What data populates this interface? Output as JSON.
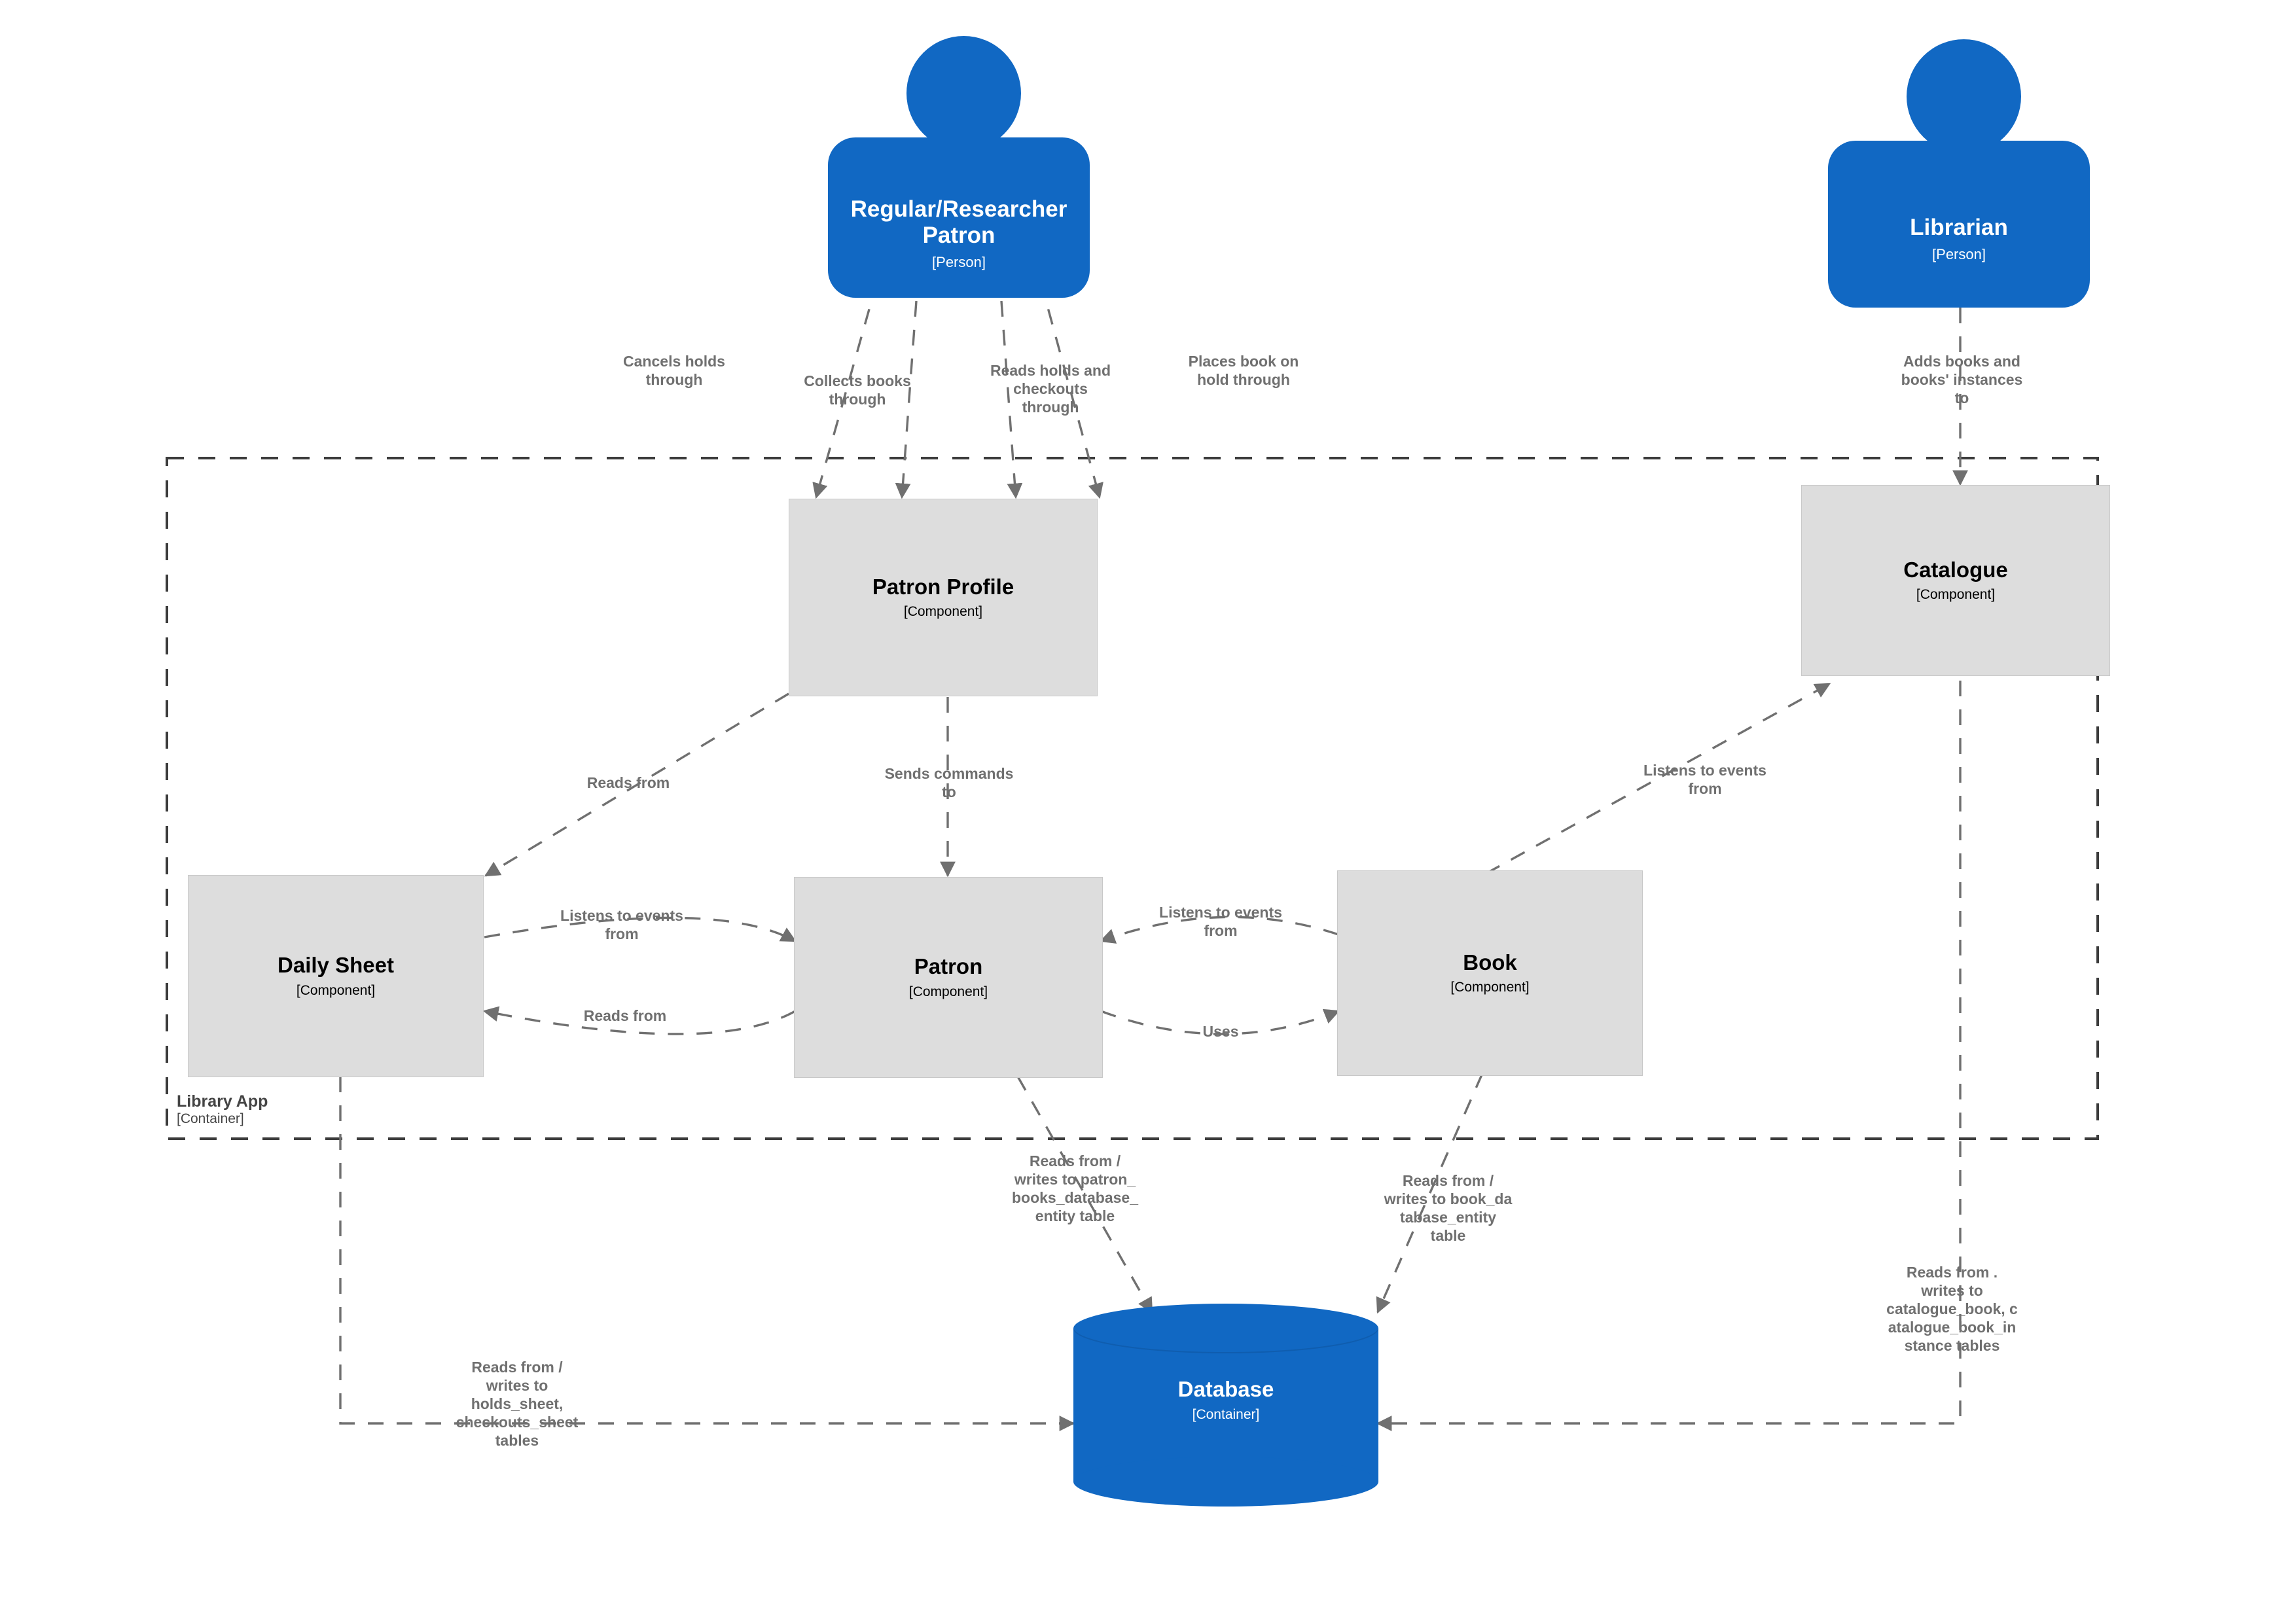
{
  "diagram": {
    "title": "Library App component diagram",
    "colors": {
      "person_fill": "#1168c3",
      "database_fill": "#1168c3",
      "component_fill": "#dddddd",
      "component_stroke": "#c8c8c8",
      "relationship_line": "#707070",
      "boundary_line": "#3c3c3c",
      "person_text": "#ffffff",
      "component_text": "#000000",
      "relationship_text": "#707070"
    }
  },
  "people": [
    {
      "id": "patron-person",
      "name": "Regular/Researcher Patron",
      "type": "[Person]"
    },
    {
      "id": "librarian-person",
      "name": "Librarian",
      "type": "[Person]"
    }
  ],
  "boundary": {
    "name": "Library App",
    "type": "[Container]"
  },
  "components": [
    {
      "id": "patron-profile",
      "name": "Patron Profile",
      "type": "[Component]"
    },
    {
      "id": "catalogue",
      "name": "Catalogue",
      "type": "[Component]"
    },
    {
      "id": "daily-sheet",
      "name": "Daily Sheet",
      "type": "[Component]"
    },
    {
      "id": "patron",
      "name": "Patron",
      "type": "[Component]"
    },
    {
      "id": "book",
      "name": "Book",
      "type": "[Component]"
    }
  ],
  "database": {
    "id": "database",
    "name": "Database",
    "type": "[Container]"
  },
  "relationships": [
    {
      "id": "r1",
      "from": "patron-person",
      "to": "patron-profile",
      "label": "Cancels holds\nthrough"
    },
    {
      "id": "r2",
      "from": "patron-person",
      "to": "patron-profile",
      "label": "Collects books\nthrough"
    },
    {
      "id": "r3",
      "from": "patron-person",
      "to": "patron-profile",
      "label": "Reads holds and\ncheckouts\nthrough"
    },
    {
      "id": "r4",
      "from": "patron-person",
      "to": "patron-profile",
      "label": "Places book on\nhold through"
    },
    {
      "id": "r5",
      "from": "librarian-person",
      "to": "catalogue",
      "label": "Adds books and\nbooks' instances\nto"
    },
    {
      "id": "r6",
      "from": "patron-profile",
      "to": "daily-sheet",
      "label": "Reads from"
    },
    {
      "id": "r7",
      "from": "patron-profile",
      "to": "patron",
      "label": "Sends commands\nto"
    },
    {
      "id": "r8",
      "from": "daily-sheet",
      "to": "patron",
      "label": "Listens to events\nfrom"
    },
    {
      "id": "r9",
      "from": "patron",
      "to": "daily-sheet",
      "label": "Reads from"
    },
    {
      "id": "r10",
      "from": "book",
      "to": "patron",
      "label": "Listens to events\nfrom"
    },
    {
      "id": "r11",
      "from": "patron",
      "to": "book",
      "label": "Uses"
    },
    {
      "id": "r12",
      "from": "book",
      "to": "catalogue",
      "label": "Listens to events\nfrom"
    },
    {
      "id": "r13",
      "from": "patron",
      "to": "database",
      "label": "Reads from /\nwrites to patron_\nbooks_database_\nentity table"
    },
    {
      "id": "r14",
      "from": "book",
      "to": "database",
      "label": "Reads from /\nwrites to book_da\ntabase_entity\ntable"
    },
    {
      "id": "r15",
      "from": "catalogue",
      "to": "database",
      "label": "Reads from .\nwrites to\ncatalogue_book, c\natalogue_book_in\nstance tables"
    },
    {
      "id": "r16",
      "from": "daily-sheet",
      "to": "database",
      "label": "Reads from /\nwrites to\nholds_sheet,\ncheckouts_sheet\ntables"
    }
  ]
}
